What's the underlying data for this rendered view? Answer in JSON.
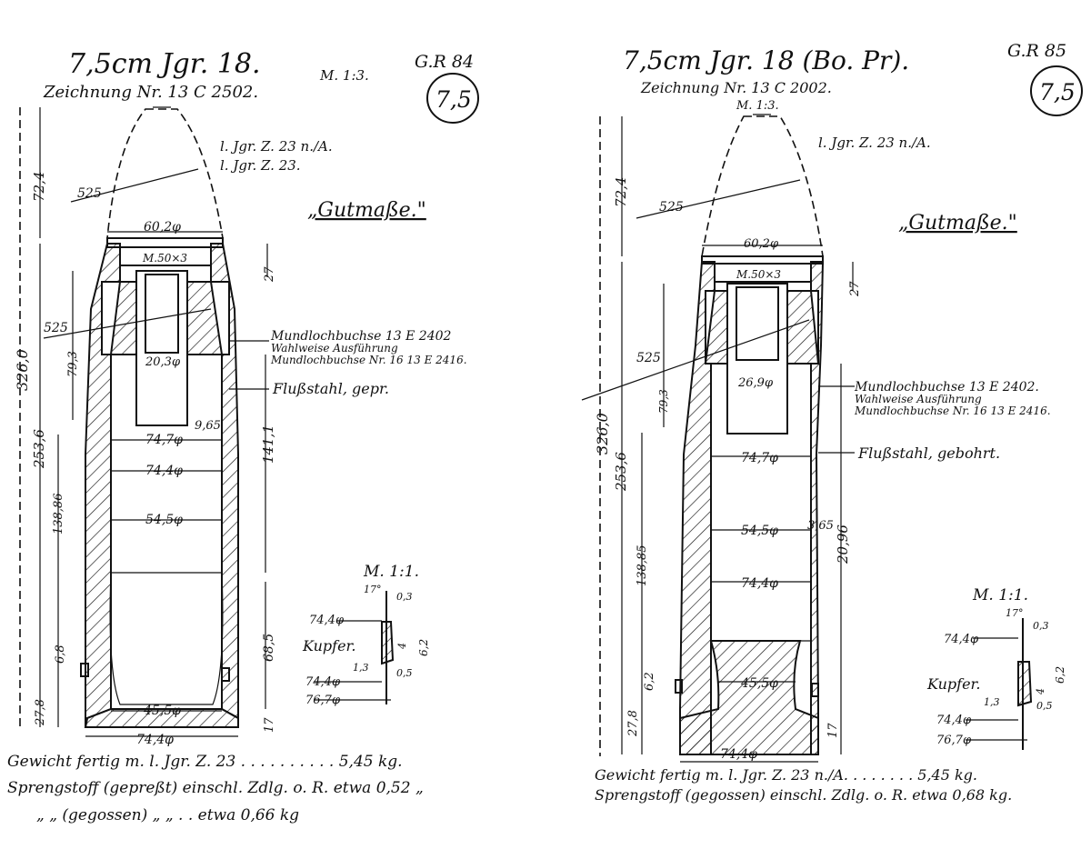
{
  "sheets": [
    {
      "title": "7,5cm Jgr. 18.",
      "scale": "M. 1:3.",
      "sheet_no": "G.R 84",
      "circle_label": "7,5",
      "drawing_no": "Zeichnung Nr. 13 C 2502.",
      "note_fuze": [
        "l. Jgr. Z. 23 n./A.",
        "l. Jgr. Z. 23."
      ],
      "gutmasse": "„Gutmaße.\"",
      "callouts": [
        "Mundlochbuchse 13 E 2402",
        "Wahlweise Ausführung",
        "Mundlochbuchse Nr. 16  13 E 2416."
      ],
      "material": "Flußstahl, gepr.",
      "dims": {
        "d_top": "60,2φ",
        "thread": "M.50×3",
        "r525": "525",
        "r525b": "525",
        "d_bore": "20,3φ",
        "d1": "74,7φ",
        "d2": "74,4φ",
        "d3": "54,5φ",
        "d_base": "45,5φ",
        "d_band": "74,4φ",
        "l_total": "326,0",
        "l_nose": "72,4",
        "l_body": "253,6",
        "l_cav": "138,86",
        "l_bush": "79,3",
        "h_top": "27",
        "l_right": "141,1",
        "l_low": "68,5",
        "l_base": "17",
        "l_band": "27,8",
        "l_b2": "6,8",
        "wall": "9,65"
      },
      "detail": {
        "scale": "M. 1:1.",
        "angle": "17°",
        "t": "0,3",
        "d_in": "74,4φ",
        "label": "Kupfer.",
        "w": "1,3",
        "h": "6,2",
        "a": "4",
        "b": "0,5",
        "d_low": "74,4φ",
        "d_out": "76,7φ"
      },
      "weights": [
        "Gewicht fertig m. l. Jgr. Z. 23 . . . . . . . . . . 5,45 kg.",
        "Sprengstoff (gepreßt) einschl. Zdlg. o. R. etwa 0,52 „",
        "„  „  (gegossen)  „  „  . . etwa 0,66 kg"
      ]
    },
    {
      "title": "7,5cm Jgr. 18 (Bo. Pr).",
      "scale": "M. 1:3.",
      "sheet_no": "G.R 85",
      "circle_label": "7,5",
      "drawing_no": "Zeichnung Nr. 13 C 2002.",
      "note_fuze": [
        "l. Jgr. Z. 23 n./A."
      ],
      "gutmasse": "„Gutmaße.\"",
      "callouts": [
        "Mundlochbuchse 13 E 2402.",
        "Wahlweise Ausführung",
        "Mundlochbuchse Nr. 16  13 E 2416."
      ],
      "material": "Flußstahl, gebohrt.",
      "dims": {
        "d_top": "60,2φ",
        "thread": "M.50×3",
        "r525": "525",
        "r525b": "525",
        "d_bore": "26,9φ",
        "d1": "74,7φ",
        "d2": "54,5φ",
        "d3": "74,4φ",
        "d_base": "45,5φ",
        "d_band": "74,4φ",
        "l_total": "326,0",
        "l_nose": "72,4",
        "l_body": "253,6",
        "l_cav": "138,85",
        "l_bush": "79,3",
        "h_top": "27",
        "l_right": "20,96",
        "l_low": "",
        "l_base": "17",
        "l_band": "27,8",
        "l_b2": "6,2",
        "wall": "3,65"
      },
      "detail": {
        "scale": "M. 1:1.",
        "angle": "17°",
        "t": "0,3",
        "d_in": "74,4φ",
        "label": "Kupfer.",
        "w": "1,3",
        "h": "6,2",
        "a": "4",
        "b": "0,5",
        "d_low": "74,4φ",
        "d_out": "76,7φ"
      },
      "weights": [
        "Gewicht fertig m. l. Jgr. Z. 23 n./A. . . . . . . . 5,45 kg.",
        "Sprengstoff (gegossen) einschl. Zdlg. o. R. etwa 0,68 kg."
      ]
    }
  ]
}
